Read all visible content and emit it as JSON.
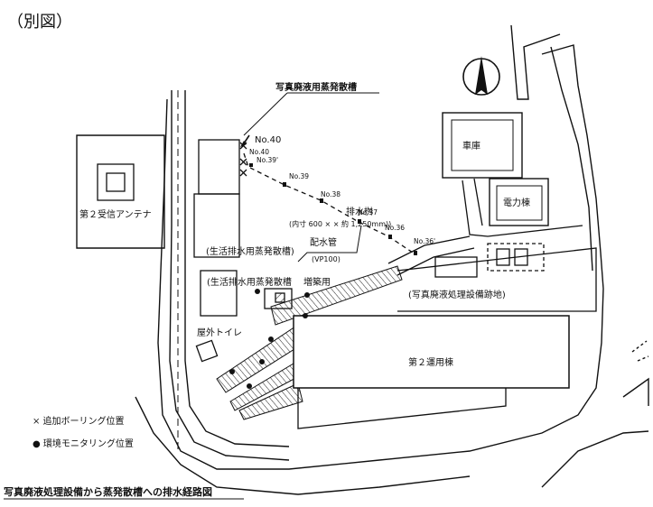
{
  "header": {
    "tag": "（別図）"
  },
  "caption": "写真廃液処理設備から蒸発散槽への排水経路図",
  "labels": {
    "evap_tank_photo": "写真廃液用蒸発散槽",
    "no40_main": "No.40",
    "drain_pit": "排水桝",
    "drain_pit_dims": "(内寸 600 × × 約 1,250mm))",
    "pipe": "配水管",
    "pipe_spec": "(VP100)",
    "expansion": "増築用",
    "evap_tank_domestic_1": "(生活排水用蒸発散槽)",
    "evap_tank_domestic_2": "(生活排水用蒸発散槽",
    "photo_facility_site": "(写真廃液処理設備跡地)",
    "outdoor_toilet": "屋外トイレ",
    "antenna": "第２受信アンテナ",
    "garage": "車庫",
    "power_building": "電力棟",
    "ops_building": "第２運用棟"
  },
  "points": {
    "p40": "No.40",
    "p39p": "No.39'",
    "p39": "No.39",
    "p38": "No.38",
    "p37": "No.37",
    "p36": "No.36",
    "p36p": "No.36'"
  },
  "legend": {
    "boring": "× 追加ボーリング位置",
    "monitoring": "● 環境モニタリング位置"
  }
}
